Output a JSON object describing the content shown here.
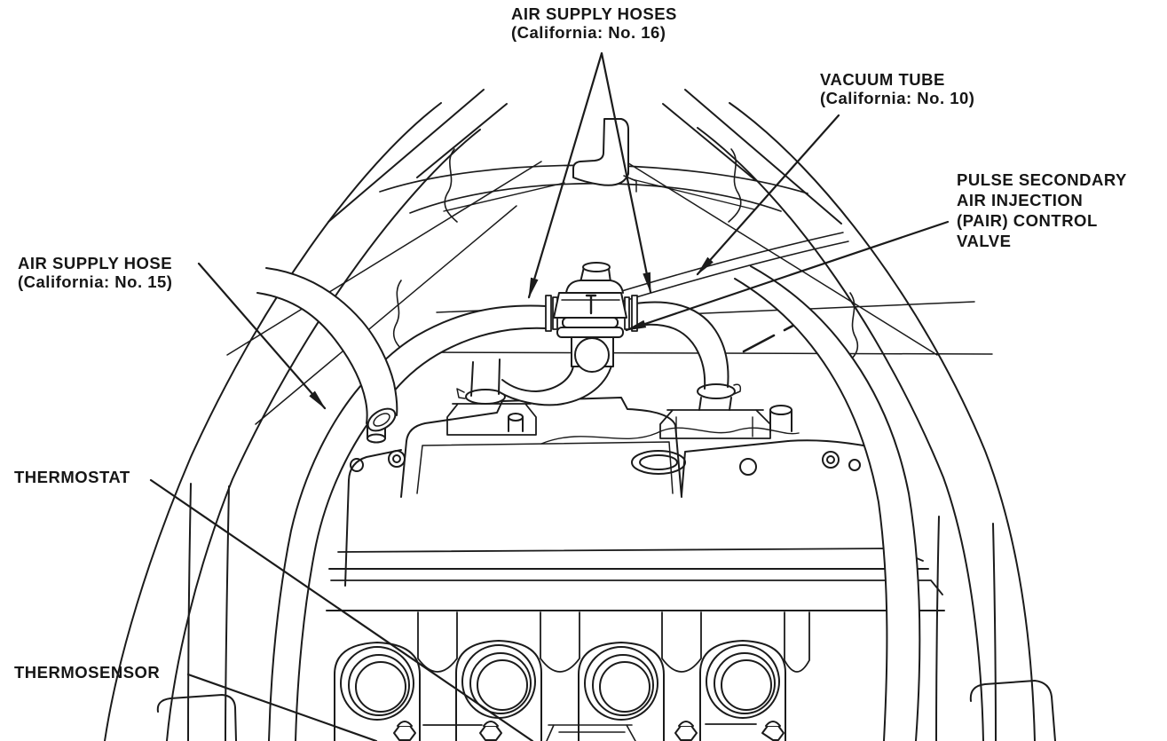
{
  "figure": {
    "description": "Motorcycle engine top view line drawing showing PAIR (pulse secondary air injection) system component locations",
    "style": "black line art on white",
    "ink_color": "#1b1b1b",
    "background_color": "#ffffff"
  },
  "labels": {
    "air_supply_hoses": {
      "lines": [
        "AIR SUPPLY HOSES",
        "(California: No. 16)"
      ]
    },
    "vacuum_tube": {
      "lines": [
        "VACUUM TUBE",
        "(California: No. 10)"
      ]
    },
    "pair_control_valve": {
      "lines": [
        "PULSE SECONDARY",
        "AIR INJECTION",
        "(PAIR) CONTROL",
        "VALVE"
      ]
    },
    "air_supply_hose": {
      "lines": [
        "AIR SUPPLY HOSE",
        "(California: No. 15)"
      ]
    },
    "thermostat": {
      "lines": [
        "THERMOSTAT"
      ]
    },
    "thermosensor": {
      "lines": [
        "THERMOSENSOR"
      ]
    }
  }
}
